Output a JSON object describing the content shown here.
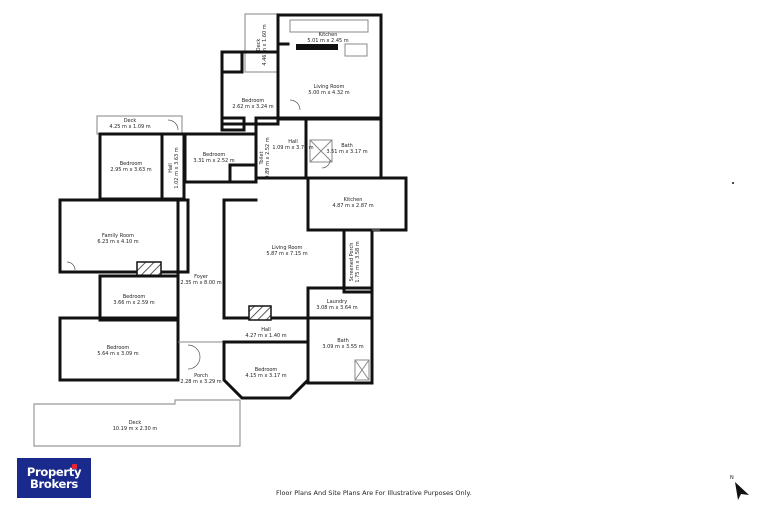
{
  "rooms": {
    "kitchen_top": {
      "name": "Kitchen",
      "dims": "5.01 m x 2.45 m"
    },
    "deck_top": {
      "name": "Deck",
      "dims": "4.46 m x 1.60 m"
    },
    "living_top": {
      "name": "Living Room",
      "dims": "5.00 m x 4.32 m"
    },
    "bedroom_2": {
      "name": "Bedroom",
      "dims": "2.62 m x 3.24 m"
    },
    "deck_left": {
      "name": "Deck",
      "dims": "4.25 m x 1.09 m"
    },
    "bedroom_1": {
      "name": "Bedroom",
      "dims": "2.95 m x 3.63 m"
    },
    "hall_left": {
      "name": "Hall",
      "dims": "1.02 m x 3.63 m"
    },
    "bedroom_3": {
      "name": "Bedroom",
      "dims": "3.31 m x 2.52 m"
    },
    "toilet": {
      "name": "Toilet",
      "dims": "0.89 m x 2.52 m"
    },
    "hall_top": {
      "name": "Hall",
      "dims": "1.09 m x 3.76 m"
    },
    "bath_top": {
      "name": "Bath",
      "dims": "3.51 m x 3.17 m"
    },
    "kitchen_mid": {
      "name": "Kitchen",
      "dims": "4.87 m x 2.87 m"
    },
    "family_room": {
      "name": "Family Room",
      "dims": "6.23 m x 4.10 m"
    },
    "living_main": {
      "name": "Living Room",
      "dims": "5.87 m x 7.15 m"
    },
    "screened_porch": {
      "name": "Screened Porch",
      "dims": "1.75 m x 3.58 m"
    },
    "foyer": {
      "name": "Foyer",
      "dims": "2.35 m x 8.00 m"
    },
    "bedroom_4": {
      "name": "Bedroom",
      "dims": "3.66 m x 2.59 m"
    },
    "laundry": {
      "name": "Laundry",
      "dims": "3.08 m x 3.64 m"
    },
    "hall_bottom": {
      "name": "Hall",
      "dims": "4.27 m x 1.40 m"
    },
    "bath_bottom": {
      "name": "Bath",
      "dims": "3.09 m x 3.55 m"
    },
    "bedroom_5": {
      "name": "Bedroom",
      "dims": "5.64 m x 3.09 m"
    },
    "porch": {
      "name": "Porch",
      "dims": "2.28 m x 3.29 m"
    },
    "bedroom_6": {
      "name": "Bedroom",
      "dims": "4.15 m x 3.17 m"
    },
    "deck_bottom": {
      "name": "Deck",
      "dims": "10.19 m x 2.30 m"
    }
  },
  "logo": {
    "line1": "Property",
    "line2": "Brokers"
  },
  "footer": {
    "disclaimer": "Floor Plans And Site Plans Are For Illustrative Purposes Only."
  },
  "compass": {
    "label": "N"
  },
  "colors": {
    "brand": "#1a2a8c",
    "walls": "#111111"
  }
}
